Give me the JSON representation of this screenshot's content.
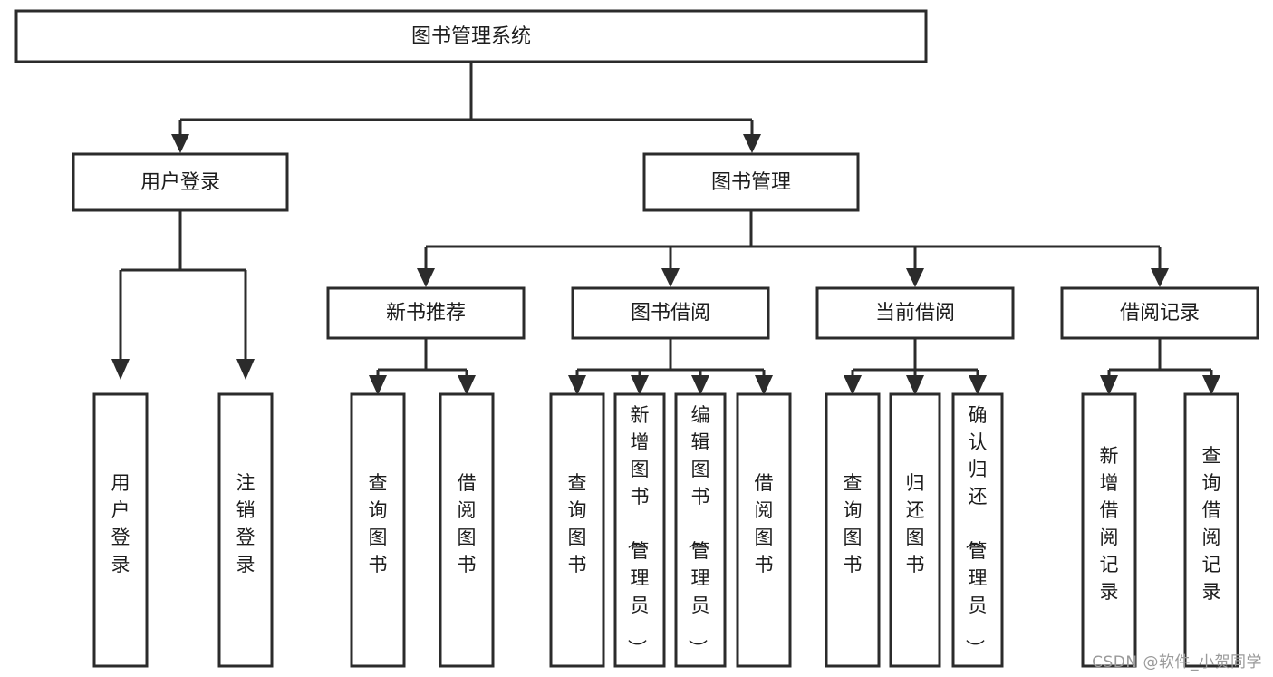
{
  "diagram": {
    "type": "tree",
    "title": "图书管理系统",
    "watermark": "CSDN @软件_小贺同学",
    "colors": {
      "stroke": "#2b2b2b",
      "fill": "#ffffff",
      "text": "#1d1d1d",
      "watermark": "#9a9a9a",
      "background": "#ffffff"
    },
    "levels": {
      "root": {
        "label": "图书管理系统"
      },
      "level2": [
        {
          "label": "用户登录"
        },
        {
          "label": "图书管理"
        }
      ],
      "level3": [
        {
          "label": "新书推荐",
          "parent": "图书管理"
        },
        {
          "label": "图书借阅",
          "parent": "图书管理"
        },
        {
          "label": "当前借阅",
          "parent": "图书管理"
        },
        {
          "label": "借阅记录",
          "parent": "图书管理"
        }
      ],
      "leaves": [
        {
          "label": "用户登录",
          "parent": "用户登录"
        },
        {
          "label": "注销登录",
          "parent": "用户登录"
        },
        {
          "label": "查询图书",
          "parent": "新书推荐"
        },
        {
          "label": "借阅图书",
          "parent": "新书推荐"
        },
        {
          "label": "查询图书",
          "parent": "图书借阅"
        },
        {
          "label": "新增图书（管理员）",
          "parent": "图书借阅"
        },
        {
          "label": "编辑图书（管理员）",
          "parent": "图书借阅"
        },
        {
          "label": "借阅图书",
          "parent": "图书借阅"
        },
        {
          "label": "查询图书",
          "parent": "当前借阅"
        },
        {
          "label": "归还图书",
          "parent": "当前借阅"
        },
        {
          "label": "确认归还（管理员）",
          "parent": "当前借阅"
        },
        {
          "label": "新增借阅记录",
          "parent": "借阅记录"
        },
        {
          "label": "查询借阅记录",
          "parent": "借阅记录"
        }
      ]
    }
  }
}
